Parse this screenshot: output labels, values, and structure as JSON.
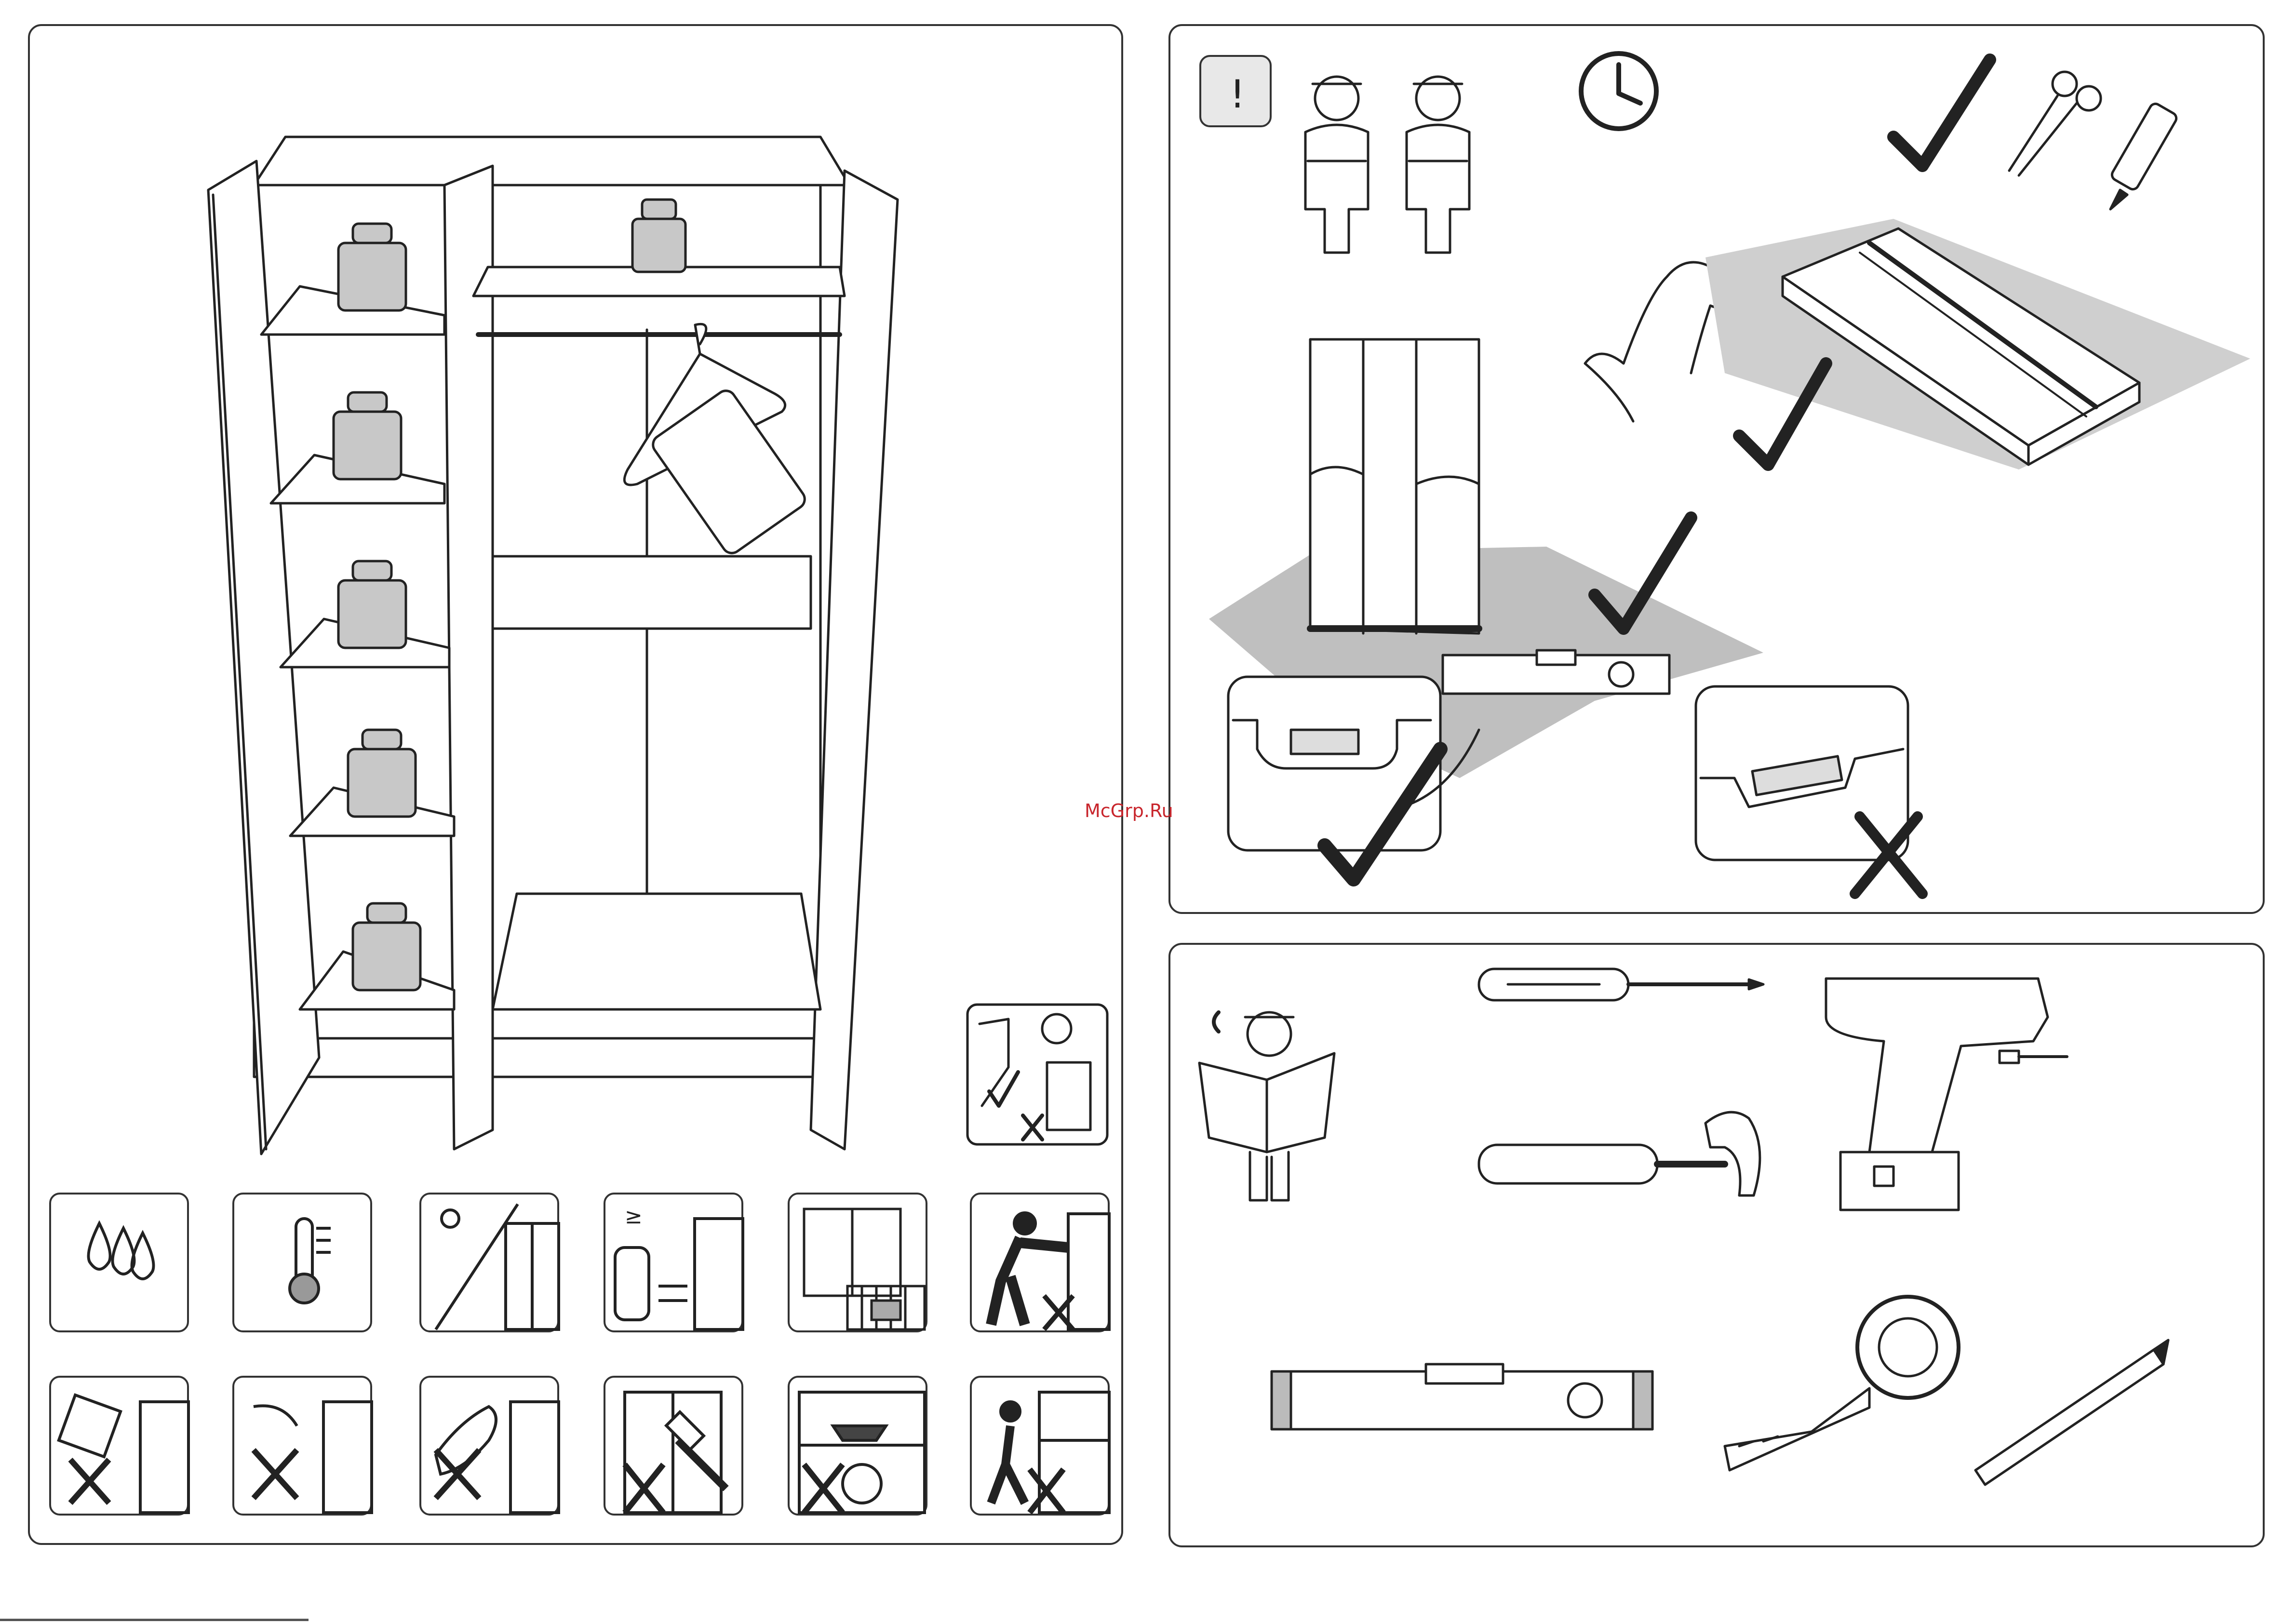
{
  "watermark": "McGrp.Ru",
  "colors": {
    "stroke": "#222222",
    "gray_fill": "#bfbfbf",
    "light_gray": "#cfcfcf",
    "watermark": "#c8252c"
  },
  "left_panel": {
    "main_illustration": "wardrobe-open-doors-with-weights-and-hanger",
    "inset": "door-alignment-check",
    "warning_icons_row1": [
      "water-drops-icon",
      "thermometer-icon",
      "sunlight-icon",
      "heater-distance-icon",
      "floor-level-icon",
      "do-not-push-icon"
    ],
    "warning_icons_row2": [
      "no-solvent-icon",
      "no-chemical-spray-icon",
      "no-wet-cloth-icon",
      "no-hammer-icon",
      "no-heavy-load-icon",
      "no-climbing-icon"
    ]
  },
  "top_right_panel": {
    "notice": "!",
    "icons": [
      "two-persons-icon",
      "clock-icon",
      "checkmark-icon",
      "scissors-icon",
      "utility-knife-icon",
      "hand-icon",
      "package-icon",
      "wardrobe-icon",
      "spirit-level-icon",
      "cross-icon"
    ]
  },
  "bottom_right_panel": {
    "icons": [
      "person-reading-manual-icon",
      "screwdriver-icon",
      "power-drill-icon",
      "drill-bit-icon",
      "hammer-icon",
      "spirit-level-icon",
      "tape-measure-icon",
      "pencil-icon"
    ]
  }
}
